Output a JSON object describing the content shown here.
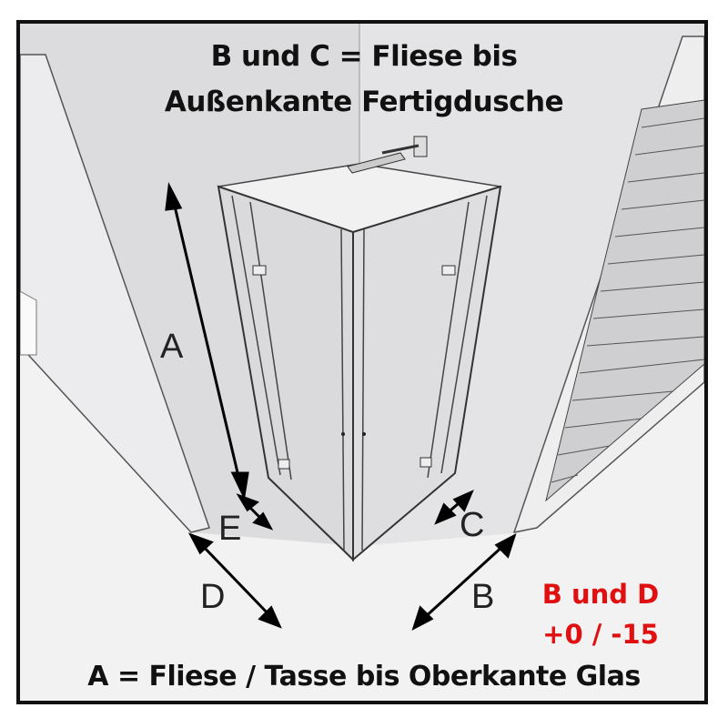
{
  "title": {
    "line1": "B und C = Fliese bis",
    "line2": "Außenkante Fertigdusche"
  },
  "labels": {
    "a": "A",
    "b": "B",
    "c": "C",
    "d": "D",
    "e": "E"
  },
  "tolerance": {
    "line1": "B und D",
    "line2": "+0 / -15",
    "color": "#e01010"
  },
  "footer": "A = Fliese / Tasse bis Oberkante Glas"
}
